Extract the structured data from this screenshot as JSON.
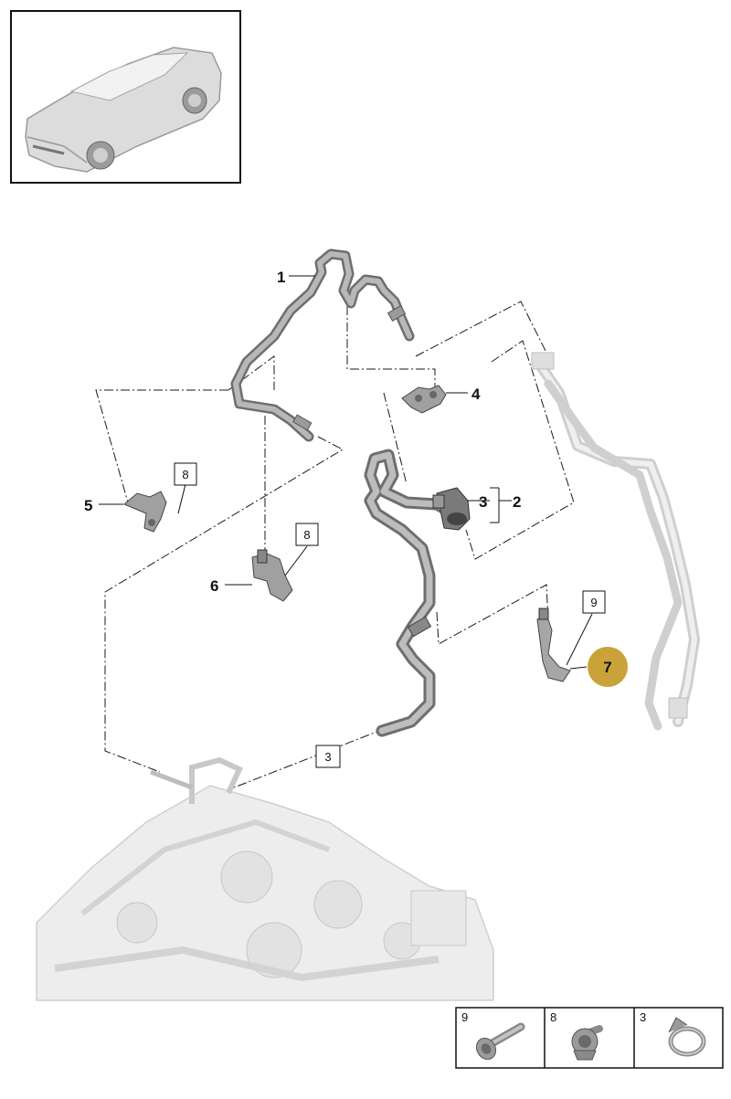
{
  "callouts": {
    "c1": "1",
    "c2": "2",
    "c3": "3",
    "c4": "4",
    "c5": "5",
    "c6": "6",
    "c7": "7"
  },
  "boxed_refs": {
    "b8_left": "8",
    "b8_mid": "8",
    "b9": "9",
    "b3": "3"
  },
  "legend": {
    "items": [
      {
        "number": "9",
        "part": "screw-icon"
      },
      {
        "number": "8",
        "part": "nut-icon"
      },
      {
        "number": "3",
        "part": "hose-clamp-icon"
      }
    ]
  },
  "colors": {
    "line": "#1a1a1a",
    "part": "#8e8e8e",
    "part_light": "#d4d4d4",
    "highlight": "#c9a23a"
  }
}
